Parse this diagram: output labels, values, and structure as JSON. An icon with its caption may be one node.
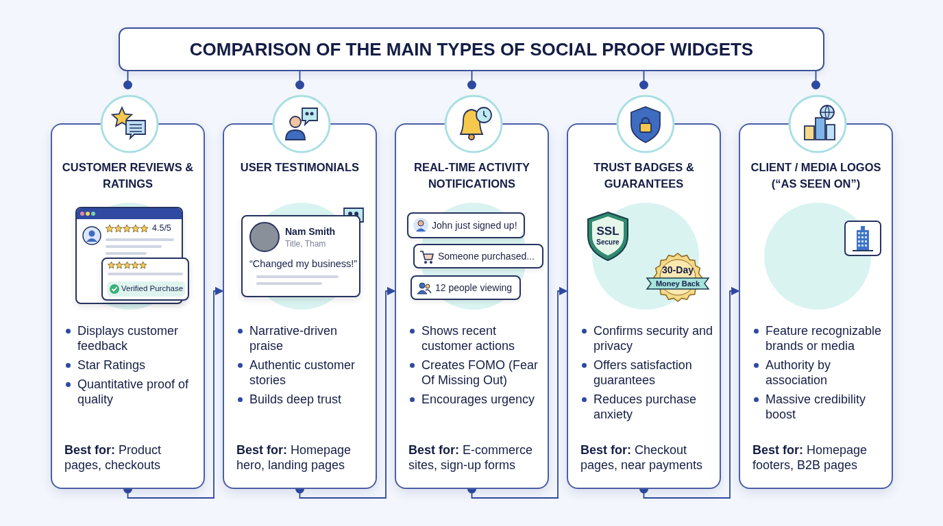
{
  "diagram": {
    "nodes": [
      {
        "text": [
          "COMPARISON OF THE MAIN TYPES OF SOCIAL PROOF WIDGETS"
        ]
      },
      {
        "text": [
          "CUSTOMER REVIEWS & RATINGS",
          "Displays customer feedback",
          "Star Ratings",
          "Quantitative proof of quality",
          "**Best for:** Product pages, checkouts"
        ]
      },
      {
        "text": [
          "4.5/5"
        ],
        "in": 1
      },
      {
        "text": [
          "Verified Purchase"
        ],
        "in": 1
      },
      {
        "text": [
          "USER TESTIMONIALS",
          "Narrative-driven praise",
          "Authentic customer stories",
          "Builds deep trust",
          "**Best for:** Homepage hero, landing pages"
        ]
      },
      {
        "text": [
          "Nam Smith",
          "Title, Tham",
          "“Changed my business!”"
        ],
        "in": 4
      },
      {
        "text": [
          "REAL-TIME ACTIVITY NOTIFICATIONS",
          "Shows recent customer actions",
          "Creates FOMO (Fear Of Missing Out)",
          "Encourages urgency",
          "**Best for:** E-commerce sites, sign-up forms"
        ]
      },
      {
        "text": [
          "John just signed up!"
        ],
        "in": 6
      },
      {
        "text": [
          "Someone purchased..."
        ],
        "in": 6
      },
      {
        "text": [
          "12 people viewing"
        ],
        "in": 6
      },
      {
        "text": [
          "TRUST BADGES & GUARANTEES",
          "Confirms security and privacy",
          "Offers satisfaction guarantees",
          "Reduces purchase anxiety",
          "**Best for:** Checkout pages, near payments"
        ]
      },
      {
        "text": [
          "SSL",
          "Secure"
        ],
        "in": 10
      },
      {
        "text": [
          "30-Day",
          "Money Back"
        ],
        "in": 10
      },
      {
        "text": [
          "CLIENT / MEDIA LOGOS (“AS SEEN ON”)",
          "Feature recognizable brands or media",
          "Authority by association",
          "Massive credibility boost",
          "**Best for:** Homepage footers, B2B pages"
        ]
      }
    ],
    "edges": [
      {
        "from": 0,
        "to": 1,
        "arrow": "other"
      },
      {
        "from": 0,
        "to": 4,
        "arrow": "other"
      },
      {
        "from": 0,
        "to": 6,
        "arrow": "other"
      },
      {
        "from": 0,
        "to": 10,
        "arrow": "other"
      },
      {
        "from": 0,
        "to": 13,
        "arrow": "other"
      },
      {
        "from": 1,
        "to": 4,
        "arrow": "to"
      },
      {
        "from": 4,
        "to": 6,
        "arrow": "to"
      },
      {
        "from": 6,
        "to": 10,
        "arrow": "to"
      },
      {
        "from": 10,
        "to": 13,
        "arrow": "to"
      }
    ]
  }
}
